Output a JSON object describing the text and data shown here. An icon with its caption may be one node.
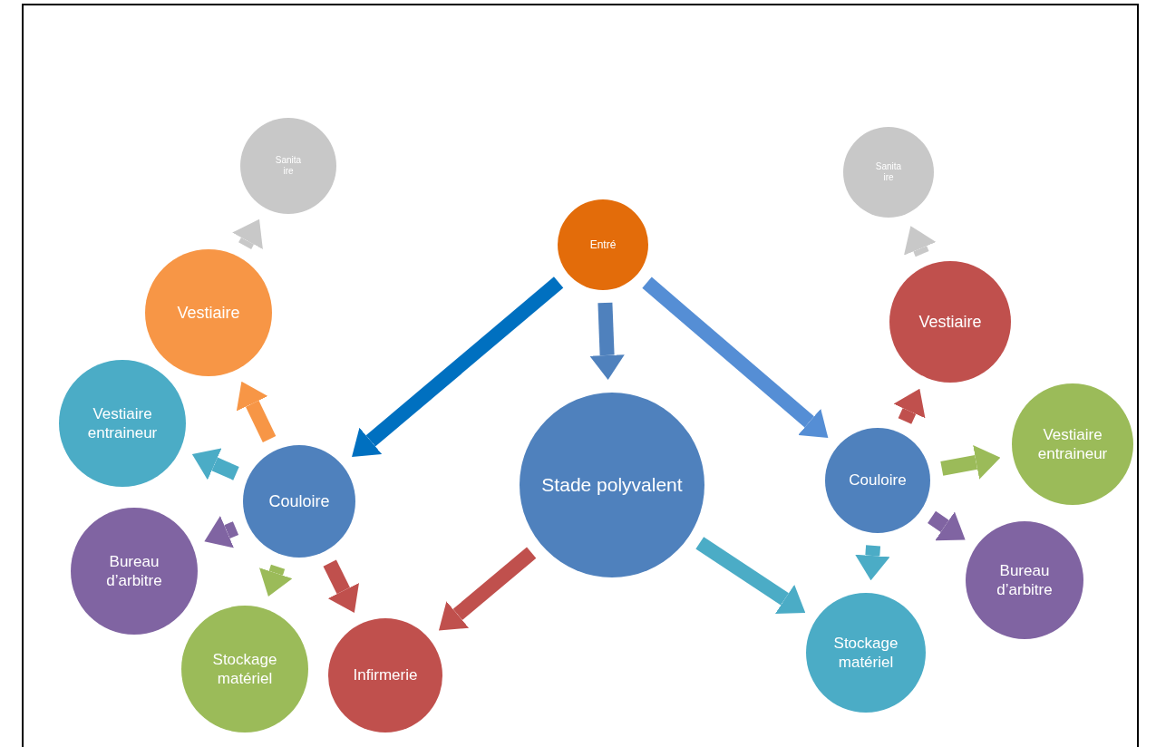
{
  "diagram": {
    "nodes": [
      {
        "text": [
          "Entré"
        ]
      },
      {
        "text": [
          "Stade polyvalent"
        ]
      },
      {
        "text": [
          "Couloire"
        ]
      },
      {
        "text": [
          "Vestiaire"
        ]
      },
      {
        "text": [
          "Sanita ire"
        ]
      },
      {
        "text": [
          "Vestiaire entraineur"
        ]
      },
      {
        "text": [
          "Bureau d’arbitre"
        ]
      },
      {
        "text": [
          "Stockage matériel"
        ]
      },
      {
        "text": [
          "Infirmerie"
        ]
      },
      {
        "text": [
          "Couloire"
        ]
      },
      {
        "text": [
          "Vestiaire"
        ]
      },
      {
        "text": [
          "Sanita ire"
        ]
      },
      {
        "text": [
          "Vestiaire entraineur"
        ]
      },
      {
        "text": [
          "Bureau d’arbitre"
        ]
      },
      {
        "text": [
          "Stockage matériel"
        ]
      }
    ],
    "edges": [
      {
        "from": 0,
        "to": 2,
        "arrow": "to",
        "color": "#0070c0"
      },
      {
        "from": 0,
        "to": 1,
        "arrow": "to",
        "color": "#4f81bd"
      },
      {
        "from": 0,
        "to": 9,
        "arrow": "to",
        "color": "#558ed5"
      },
      {
        "from": 2,
        "to": 3,
        "arrow": "to",
        "color": "#f79646"
      },
      {
        "from": 3,
        "to": 4,
        "arrow": "to",
        "color": "#c8c8c8"
      },
      {
        "from": 2,
        "to": 5,
        "arrow": "to",
        "color": "#4bacc6"
      },
      {
        "from": 2,
        "to": 6,
        "arrow": "to",
        "color": "#8064a2"
      },
      {
        "from": 2,
        "to": 7,
        "arrow": "to",
        "color": "#9bbb59"
      },
      {
        "from": 2,
        "to": 8,
        "arrow": "to",
        "color": "#c0504d"
      },
      {
        "from": 1,
        "to": 8,
        "arrow": "to",
        "color": "#c0504d"
      },
      {
        "from": 1,
        "to": 14,
        "arrow": "to",
        "color": "#4bacc6"
      },
      {
        "from": 9,
        "to": 10,
        "arrow": "to",
        "color": "#c0504d"
      },
      {
        "from": 10,
        "to": 11,
        "arrow": "to",
        "color": "#c8c8c8"
      },
      {
        "from": 9,
        "to": 12,
        "arrow": "to",
        "color": "#9bbb59"
      },
      {
        "from": 9,
        "to": 13,
        "arrow": "to",
        "color": "#8064a2"
      },
      {
        "from": 9,
        "to": 14,
        "arrow": "to",
        "color": "#4bacc6"
      }
    ]
  }
}
